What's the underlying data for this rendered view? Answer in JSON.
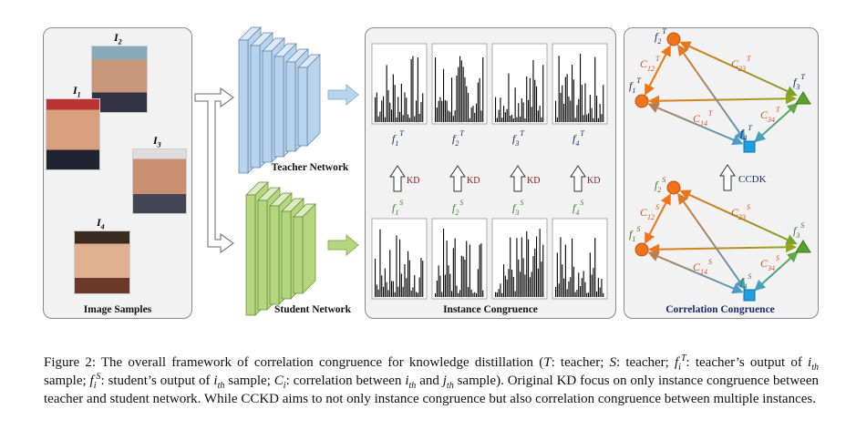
{
  "panels": {
    "images": {
      "label": "Image Samples",
      "items": [
        {
          "name": "I",
          "sub": "1"
        },
        {
          "name": "I",
          "sub": "2"
        },
        {
          "name": "I",
          "sub": "3"
        },
        {
          "name": "I",
          "sub": "4"
        }
      ]
    },
    "teacher_label": "Teacher Network",
    "student_label": "Student Network",
    "instance": {
      "label": "Instance Congruence",
      "kd": "KD",
      "teacher_features": [
        "1",
        "2",
        "3",
        "4"
      ],
      "teacher_sup": "T",
      "student_sup": "S"
    },
    "correlation": {
      "label": "Correlation Congruence",
      "ccdk": "CCDK",
      "edges": [
        "12",
        "23",
        "14",
        "34"
      ]
    }
  },
  "colors": {
    "panel": "#f2f2f2",
    "teacher": "#b8d3ec",
    "student": "#b5d67f",
    "orange": "#f07318",
    "green": "#5aa02c",
    "blue": "#1f9ee0",
    "label": "#1a2a6c"
  },
  "caption": [
    {
      "t": "Figure 2: The overall framework of correlation congruence for knowledge distillation ("
    },
    {
      "m": "T"
    },
    {
      "t": ": teacher; "
    },
    {
      "m": "S"
    },
    {
      "t": ": teacher; "
    },
    {
      "m": "f",
      "sup": "T",
      "sub": "i"
    },
    {
      "t": ": teacher’s output of "
    },
    {
      "m": "i",
      "sub": "th"
    },
    {
      "t": " sample; "
    },
    {
      "m": "f",
      "sup": "S",
      "sub": "i"
    },
    {
      "t": ": student’s output of "
    },
    {
      "m": "i",
      "sub": "th"
    },
    {
      "t": " sample; "
    },
    {
      "m": "C",
      "sub": "i"
    },
    {
      "t": ": correlation between "
    },
    {
      "m": "i",
      "sub": "th"
    },
    {
      "t": " and "
    },
    {
      "m": "j",
      "sub": "th"
    },
    {
      "t": " sample). Original KD focus on only instance congruence between teacher and student network. While CCKD aims to not only instance congruence but also correlation congruence between multiple instances."
    }
  ]
}
